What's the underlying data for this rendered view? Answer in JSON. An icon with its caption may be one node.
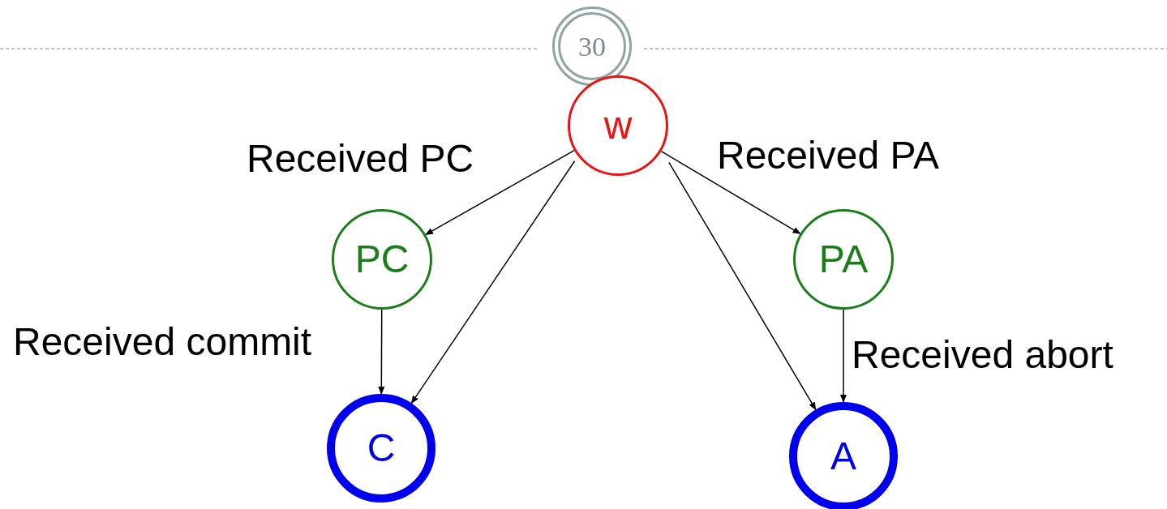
{
  "diagram": {
    "nodes": [
      {
        "text": [
          "w"
        ]
      },
      {
        "text": [
          "PC"
        ]
      },
      {
        "text": [
          "PA"
        ]
      },
      {
        "text": [
          "C"
        ]
      },
      {
        "text": [
          "A"
        ]
      }
    ],
    "edges": [
      {
        "from": 0,
        "to": 1,
        "arrow": "to",
        "label": "Received PC"
      },
      {
        "from": 0,
        "to": 3,
        "arrow": "to"
      },
      {
        "from": 0,
        "to": 4,
        "arrow": "to"
      },
      {
        "from": 0,
        "to": 2,
        "arrow": "to",
        "label": "Received PA"
      },
      {
        "from": 1,
        "to": 3,
        "arrow": "to",
        "label": "Received commit"
      },
      {
        "from": 2,
        "to": 4,
        "arrow": "to",
        "label": "Received abort"
      }
    ],
    "labels": [
      "30"
    ]
  }
}
